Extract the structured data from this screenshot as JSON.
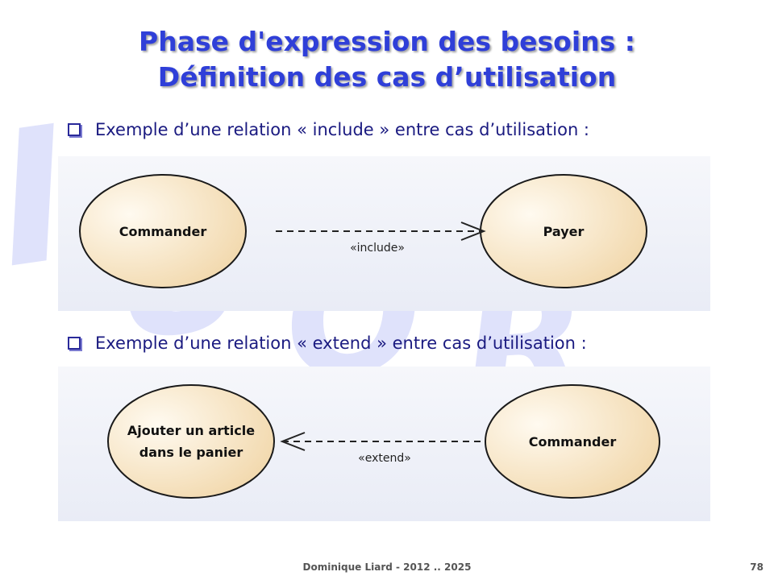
{
  "title": {
    "line1": "Phase d'expression des besoins :",
    "line2": "Définition des cas d’utilisation"
  },
  "bullets": {
    "include": "Exemple d’une relation « include » entre cas d’utilisation :",
    "extend": "Exemple d’une relation « extend » entre cas d’utilisation :"
  },
  "diagram_include": {
    "source": "Commander",
    "target": "Payer",
    "relation": "«include»"
  },
  "diagram_extend": {
    "source_line1": "Ajouter un article",
    "source_line2": "dans le panier",
    "target": "Commander",
    "relation": "«extend»"
  },
  "footer": {
    "author": "Dominique Liard - 2012 .. 2025",
    "page": "78"
  },
  "colors": {
    "title": "#2f3fd8",
    "usecase_fill": "#f6e2c2",
    "watermark": "#d9dcfa"
  }
}
